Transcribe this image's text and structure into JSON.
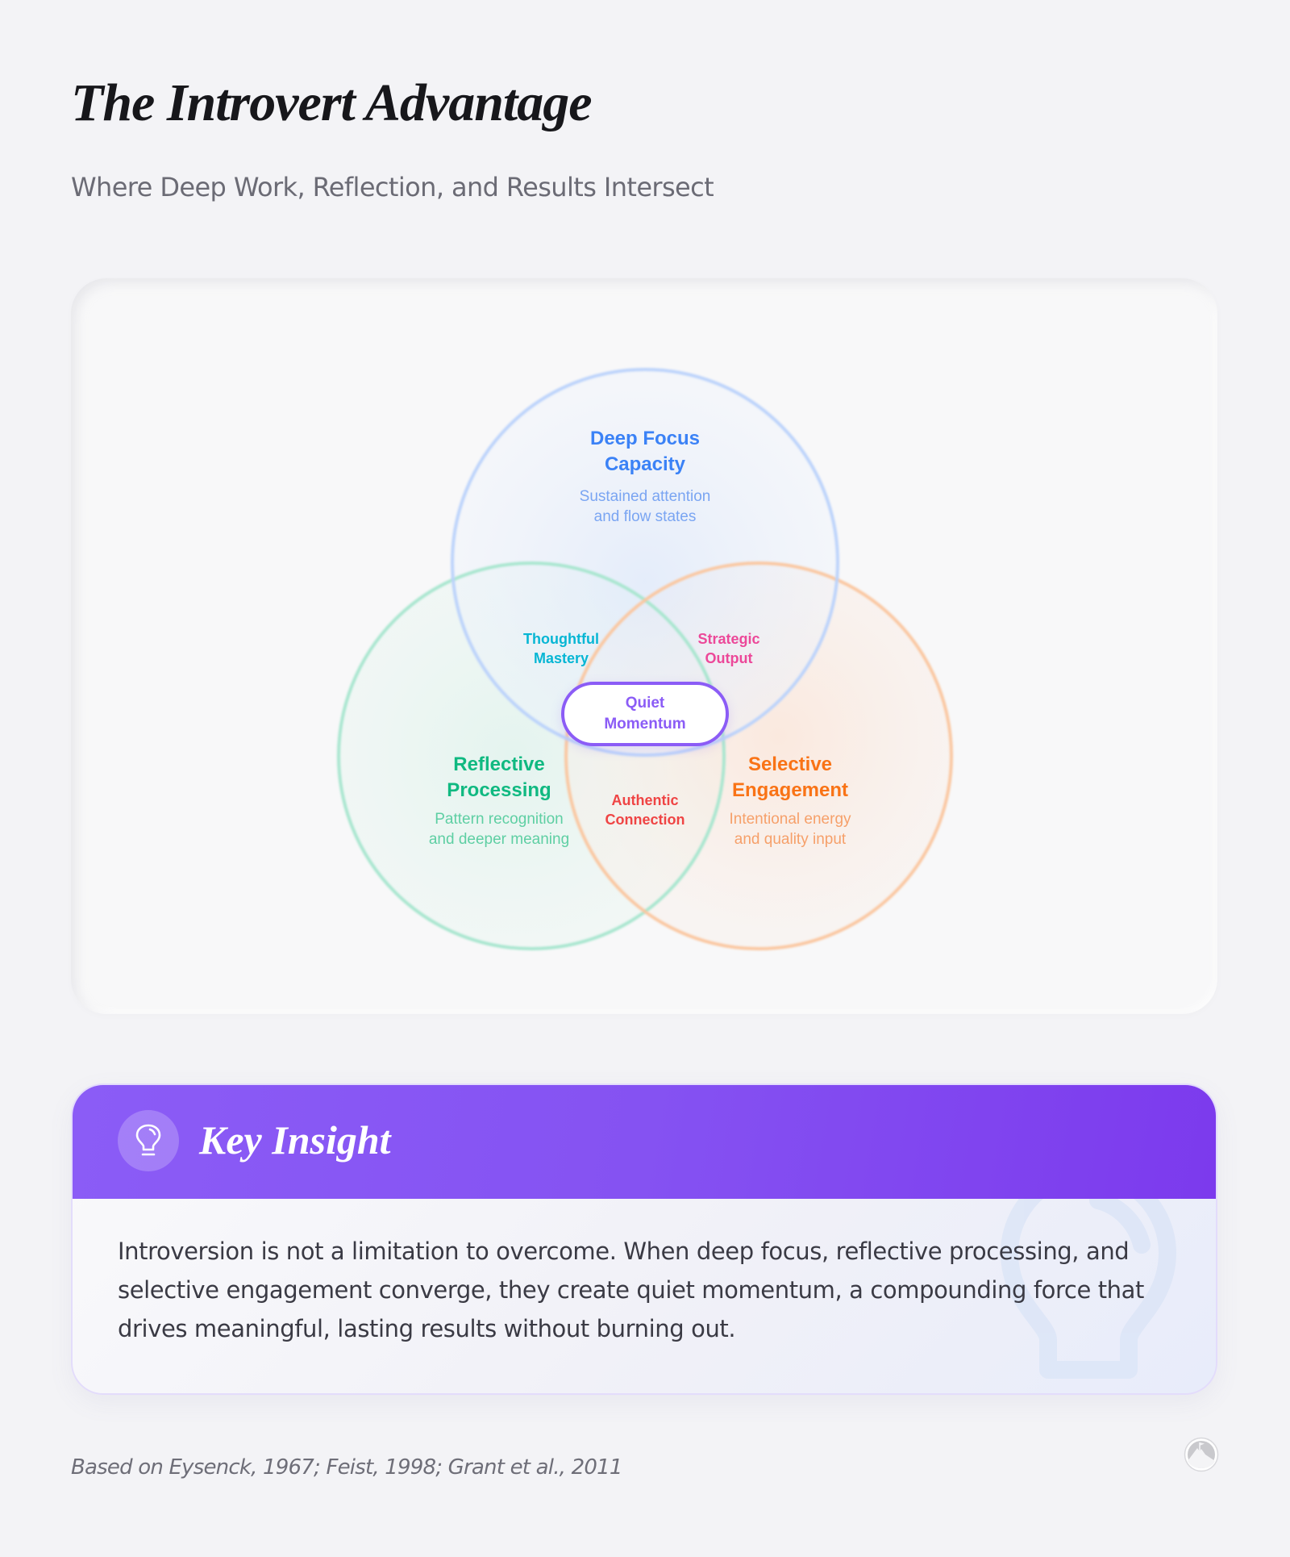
{
  "header": {
    "title": "The Introvert Advantage",
    "subtitle": "Where Deep Work, Reflection, and Results Intersect"
  },
  "diagram": {
    "circles": [
      {
        "id": "deep-focus",
        "title_line1": "Deep Focus",
        "title_line2": "Capacity",
        "desc_line1": "Sustained attention",
        "desc_line2": "and flow states",
        "color": "#3b82f6",
        "stroke": "#bcd3fb",
        "desc_color": "#7aa5f2"
      },
      {
        "id": "reflective",
        "title_line1": "Reflective",
        "title_line2": "Processing",
        "desc_line1": "Pattern recognition",
        "desc_line2": "and deeper meaning",
        "color": "#10b981",
        "stroke": "#a8e6cf",
        "desc_color": "#5ecfa3"
      },
      {
        "id": "selective",
        "title_line1": "Selective",
        "title_line2": "Engagement",
        "desc_line1": "Intentional energy",
        "desc_line2": "and quality input",
        "color": "#f97316",
        "stroke": "#fac7a1",
        "desc_color": "#f6a06a"
      }
    ],
    "intersections": [
      {
        "id": "focus-reflective",
        "line1": "Thoughtful",
        "line2": "Mastery",
        "color": "#06b6d4"
      },
      {
        "id": "focus-selective",
        "line1": "Strategic",
        "line2": "Output",
        "color": "#ec4899"
      },
      {
        "id": "reflective-selective",
        "line1": "Authentic",
        "line2": "Connection",
        "color": "#ef4444"
      }
    ],
    "center": {
      "line1": "Quiet",
      "line2": "Momentum",
      "color": "#8b5cf6"
    }
  },
  "insight": {
    "title": "Key Insight",
    "icon": "lightbulb-icon",
    "body": "Introversion is not a limitation to overcome. When deep focus, reflective processing, and selective engagement converge, they create quiet momentum, a compounding force that drives meaningful, lasting results without burning out.",
    "accent": "#8b5cf6"
  },
  "footer": {
    "citation": "Based on Eysenck, 1967; Feist, 1998; Grant et al., 2011",
    "logo": "mountain-flag-logo"
  }
}
